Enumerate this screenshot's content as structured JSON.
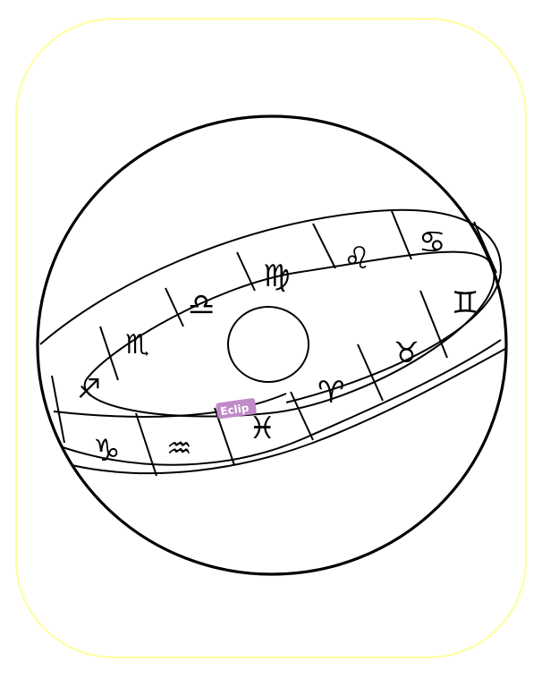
{
  "frame": {
    "border_color": "#ffff99"
  },
  "line_color": "#000000",
  "ecliptic_label": {
    "text": "Eclip",
    "bg_color": "#c08ac8",
    "text_color": "#ffffff"
  },
  "zodiac": [
    {
      "name": "Capricorn",
      "glyph": "♑"
    },
    {
      "name": "Aquarius",
      "glyph": "♒"
    },
    {
      "name": "Pisces",
      "glyph": "♓"
    },
    {
      "name": "Aries",
      "glyph": "♈"
    },
    {
      "name": "Taurus",
      "glyph": "♉"
    },
    {
      "name": "Gemini",
      "glyph": "♊"
    },
    {
      "name": "Cancer",
      "glyph": "♋"
    },
    {
      "name": "Leo",
      "glyph": "♌"
    },
    {
      "name": "Virgo",
      "glyph": "♍"
    },
    {
      "name": "Libra",
      "glyph": "♎"
    },
    {
      "name": "Scorpio",
      "glyph": "♏"
    },
    {
      "name": "Sagittarius",
      "glyph": "♐"
    }
  ]
}
